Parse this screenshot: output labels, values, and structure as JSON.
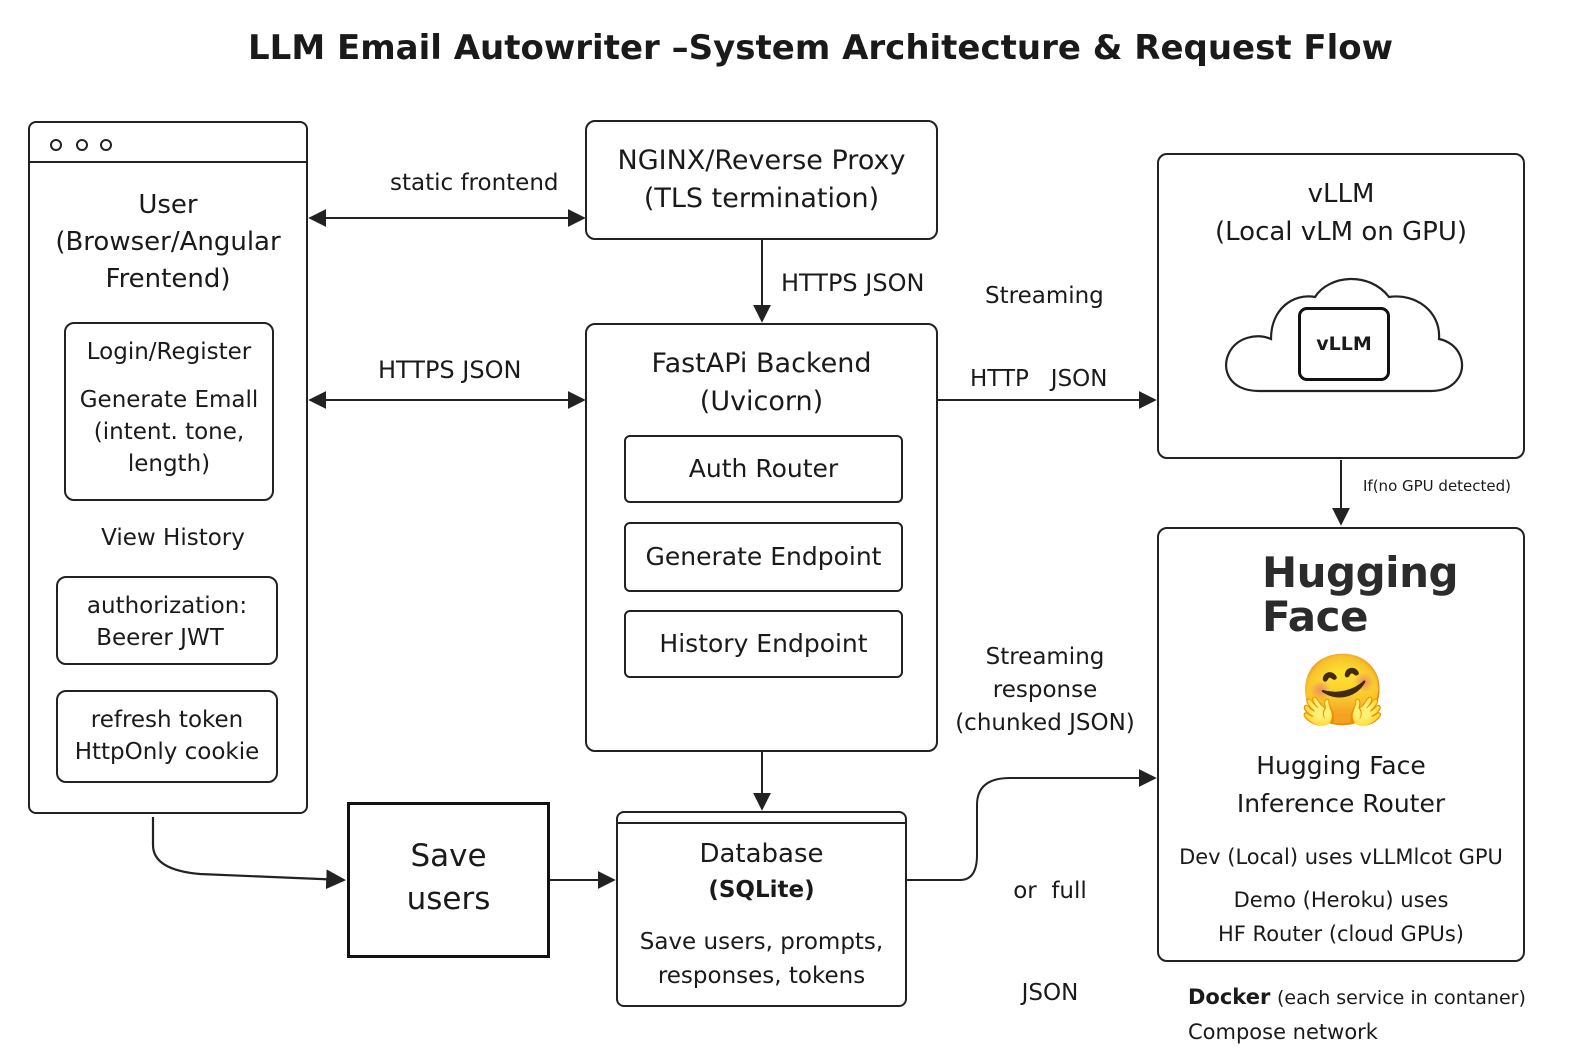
{
  "title": "LLM Email Autowriter –System Architecture & Request Flow",
  "user_panel": {
    "title_lines": [
      "User",
      "(Browser/Angular",
      "Frentend)"
    ],
    "login_box_lines": [
      "Login/Register",
      "Generate Emall",
      "(intent. tone,",
      "length)"
    ],
    "view_history": "View History",
    "auth_box_lines": [
      "authorization:",
      "Beerer   JWT"
    ],
    "refresh_box_lines": [
      "refresh token",
      "HttpOnly cookie"
    ]
  },
  "nginx": {
    "lines": [
      "NGINX/Reverse Proxy",
      "(TLS termination)"
    ]
  },
  "backend": {
    "lines": [
      "FastAPi Backend",
      "(Uvicorn)"
    ],
    "routes": [
      "Auth Router",
      "Generate Endpoint",
      "History Endpoint"
    ]
  },
  "database": {
    "title": "Database",
    "subtitle": "(SQLite)",
    "desc_lines": [
      "Save users, prompts,",
      "responses, tokens"
    ]
  },
  "save_users": {
    "lines": [
      "Save",
      "users"
    ]
  },
  "vllm": {
    "lines": [
      "vLLM",
      "(Local vLM on GPU)"
    ],
    "badge": "vLLM"
  },
  "huggingface": {
    "logo_lines": [
      "Hugging",
      "Face"
    ],
    "emoji": "🤗",
    "name_lines": [
      "Hugging Face",
      "Inference Router"
    ],
    "dev_line": "Dev (Local) uses vLLMlcot GPU",
    "demo_lines": [
      "Demo (Heroku) uses",
      "HF Router (cloud GPUs)"
    ]
  },
  "edge_labels": {
    "static_frontend": "static frontend",
    "https_json_top": "HTTPS JSON",
    "https_json_left": "HTTPS JSON",
    "streaming_top": "Streaming",
    "http_json": "HTTP   JSON",
    "no_gpu": "If(no GPU detected)",
    "streaming_response_lines": [
      "Streaming",
      "response",
      "(chunked JSON)"
    ],
    "or_full_json_lines": [
      "or  full",
      "JSON"
    ]
  },
  "docker_note": {
    "bold": "Docker",
    "rest": "(each service in contaner)",
    "line2": "Compose network"
  }
}
